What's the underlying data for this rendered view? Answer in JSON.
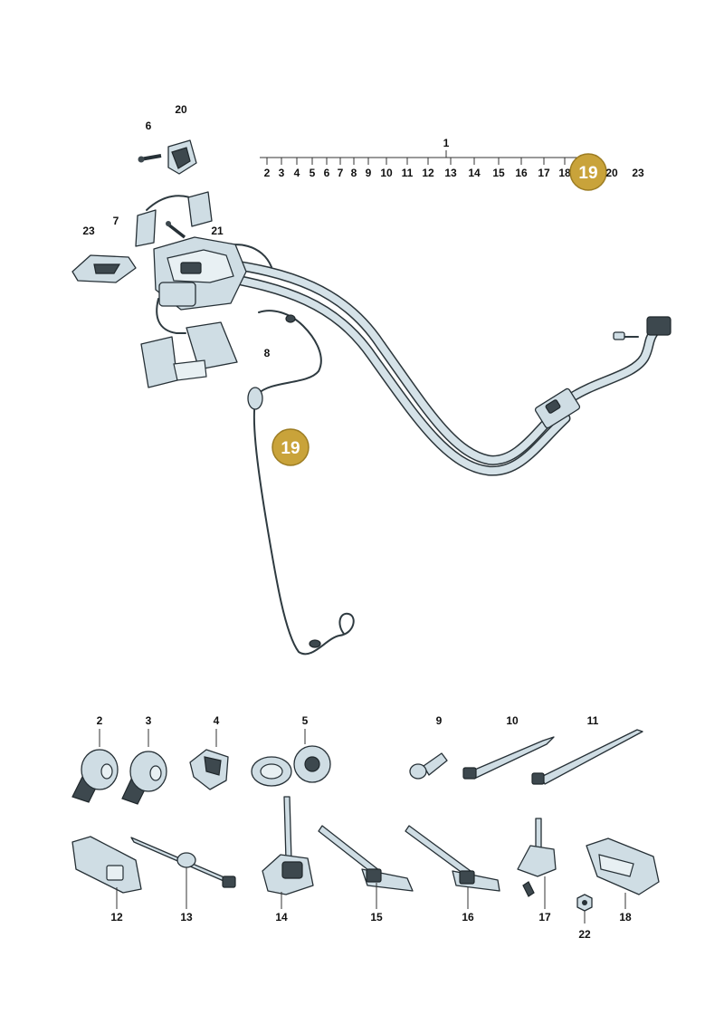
{
  "callouts": {
    "c1": "1",
    "c2": "2",
    "c3": "3",
    "c4": "4",
    "c5": "5",
    "c6": "6",
    "c7": "7",
    "c8": "8",
    "c9": "9",
    "c10": "10",
    "c11": "11",
    "c12": "12",
    "c13": "13",
    "c14": "14",
    "c15": "15",
    "c16": "16",
    "c17": "17",
    "c18": "18",
    "c20": "20",
    "c21": "21",
    "c22": "22",
    "c23": "23"
  },
  "assembly_row": [
    "2",
    "3",
    "4",
    "5",
    "6",
    "7",
    "8",
    "9",
    "10",
    "11",
    "12",
    "13",
    "14",
    "15",
    "16",
    "17",
    "18",
    "19",
    "20",
    "23"
  ],
  "highlight": {
    "label": "19",
    "color": "#c9a33a"
  },
  "colors": {
    "outline": "#263036",
    "part_fill": "#cfdde4",
    "badge": "#c9a33a"
  }
}
